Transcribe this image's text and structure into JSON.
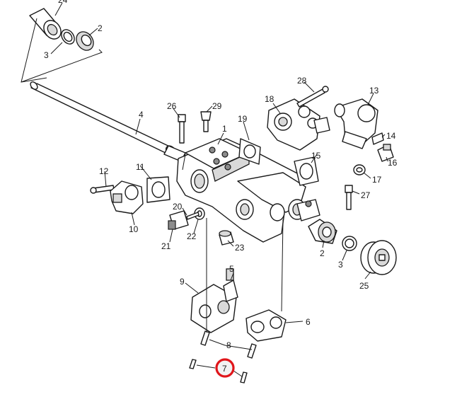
{
  "diagram": {
    "callouts": [
      "24",
      "2",
      "3",
      "4",
      "26",
      "29",
      "1",
      "19",
      "18",
      "28",
      "13",
      "14",
      "15",
      "16",
      "17",
      "27",
      "12",
      "11",
      "10",
      "20",
      "21",
      "22",
      "23",
      "5",
      "9",
      "6",
      "8",
      "7",
      "2",
      "3",
      "25"
    ],
    "highlight": {
      "label": "7",
      "ring_color": "#e0151a"
    },
    "line_color": "#1a1a1a",
    "background": "#ffffff"
  }
}
